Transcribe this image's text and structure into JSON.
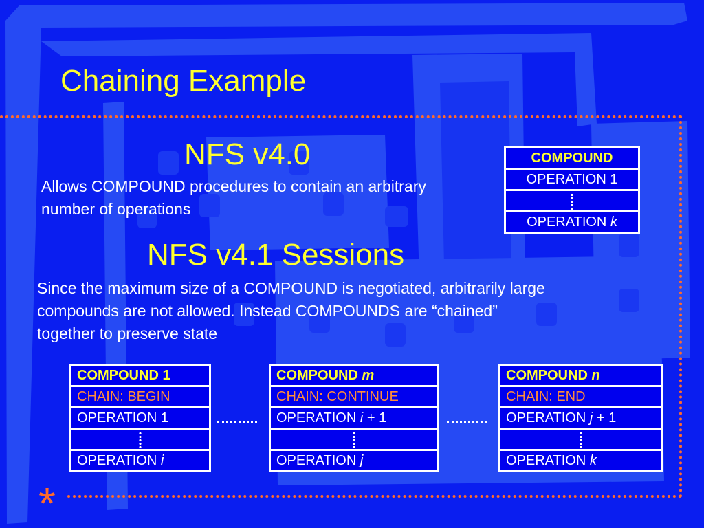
{
  "slide": {
    "title": "Chaining Example",
    "star": "*"
  },
  "v40": {
    "heading": "NFS v4.0",
    "description": "Allows COMPOUND procedures to contain an arbitrary number of operations",
    "table": {
      "header": "COMPOUND",
      "first_op": "OPERATION 1",
      "last_op": "OPERATION",
      "last_op_var": "k"
    }
  },
  "v41": {
    "heading": "NFS v4.1 Sessions",
    "description": "Since the maximum size of a COMPOUND is negotiated, arbitrarily large compounds are not allowed. Instead COMPOUNDS are “chained” together to preserve state"
  },
  "compounds": [
    {
      "header": "COMPOUND 1",
      "header_var": "",
      "chain": "CHAIN: BEGIN",
      "first_op": "OPERATION 1",
      "first_op_var": "",
      "first_op_suffix": "",
      "last_op": "OPERATION",
      "last_op_var": "i"
    },
    {
      "header": "COMPOUND",
      "header_var": "m",
      "chain": "CHAIN: CONTINUE",
      "first_op": "OPERATION",
      "first_op_var": "i",
      "first_op_suffix": "+ 1",
      "last_op": "OPERATION",
      "last_op_var": "j"
    },
    {
      "header": "COMPOUND",
      "header_var": "n",
      "chain": "CHAIN: END",
      "first_op": "OPERATION",
      "first_op_var": "j",
      "first_op_suffix": "+ 1",
      "last_op": "OPERATION",
      "last_op_var": "k"
    }
  ],
  "colors": {
    "background": "#0a1ef0",
    "title": "#ffff2e",
    "body_text": "#ffffff",
    "chain_text": "#ff8c3a",
    "accent_dots": "#ff6a2b"
  }
}
